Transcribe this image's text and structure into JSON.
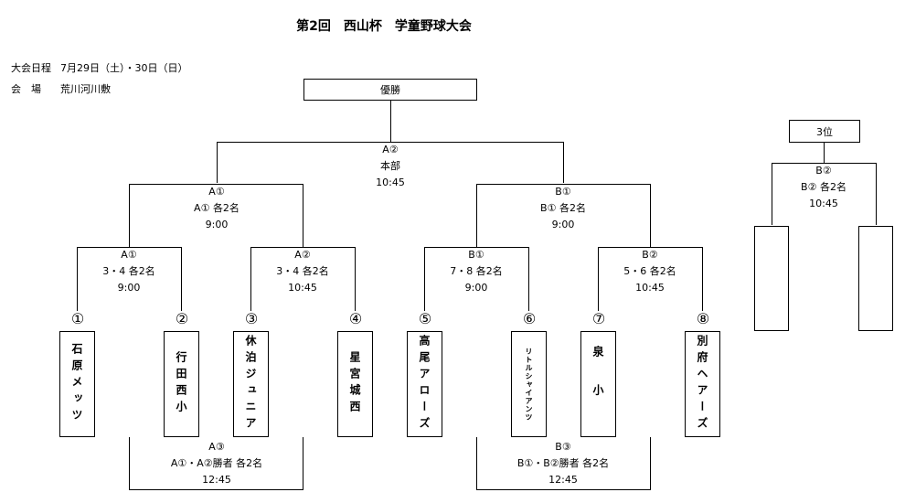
{
  "title": "第2回　西山杯　学童野球大会",
  "schedule": {
    "date_label": "大会日程",
    "date_value": "7月29日（土）・30日（日）",
    "venue_label": "会　場",
    "venue_value": "荒川河川敷"
  },
  "boxes": {
    "champion": "優勝",
    "third": "3位"
  },
  "matches": [
    {
      "lines": [
        "A①",
        "3・4 各2名",
        "9:00"
      ]
    },
    {
      "lines": [
        "A②",
        "3・4 各2名",
        "10:45"
      ]
    },
    {
      "lines": [
        "B①",
        "7・8 各2名",
        "9:00"
      ]
    },
    {
      "lines": [
        "B②",
        "5・6 各2名",
        "10:45"
      ]
    },
    {
      "lines": [
        "A①",
        "A① 各2名",
        "9:00"
      ]
    },
    {
      "lines": [
        "B①",
        "B① 各2名",
        "9:00"
      ]
    },
    {
      "lines": [
        "A②",
        "本部",
        "10:45"
      ]
    },
    {
      "lines": [
        "B②",
        "B② 各2名",
        "10:45"
      ]
    },
    {
      "lines": [
        "A③",
        "A①・A②勝者 各2名",
        "12:45"
      ]
    },
    {
      "lines": [
        "B③",
        "B①・B②勝者 各2名",
        "12:45"
      ]
    }
  ],
  "teams": [
    {
      "number": "①",
      "name": "石原メッツ"
    },
    {
      "number": "②",
      "name": "行田西小"
    },
    {
      "number": "③",
      "name": "休泊ジュニア"
    },
    {
      "number": "④",
      "name": "星宮城西"
    },
    {
      "number": "⑤",
      "name": "高尾アローズ"
    },
    {
      "number": "⑥",
      "name": "リトルシャイアンツ"
    },
    {
      "number": "⑦",
      "name": "泉小"
    },
    {
      "number": "⑧",
      "name": "別府ヘアーズ"
    }
  ]
}
